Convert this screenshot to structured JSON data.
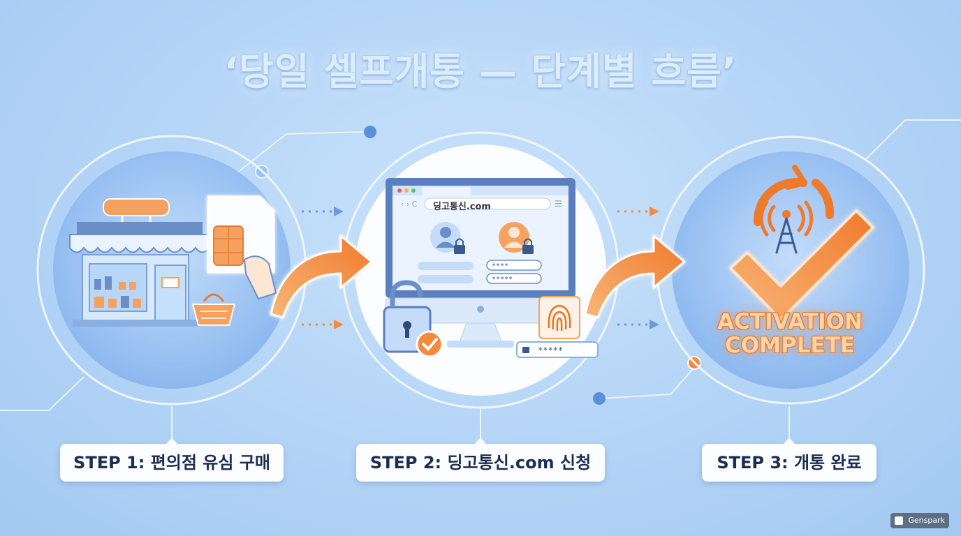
{
  "title": "‘당일 셀프개통 — 단계별 흐름’",
  "steps": [
    {
      "label": "STEP 1: 편의점 유심 구매"
    },
    {
      "label": "STEP 2: 딩고통신.com 신청"
    },
    {
      "label": "STEP 3: 개통 완료"
    }
  ],
  "browser": {
    "url": "딩고통신.com"
  },
  "activation": {
    "line1": "ACTIVATION",
    "line2": "COMPLETE"
  },
  "watermark": "Genspark",
  "colors": {
    "accent": "#f58a3c",
    "circle": "#8ab8ef",
    "node": "#5a90d8"
  },
  "icons": [
    "store-icon",
    "sim-card-icon",
    "basket-icon",
    "monitor-icon",
    "user-icon",
    "padlock-icon",
    "fingerprint-icon",
    "signal-tower-icon",
    "checkmark-icon"
  ]
}
